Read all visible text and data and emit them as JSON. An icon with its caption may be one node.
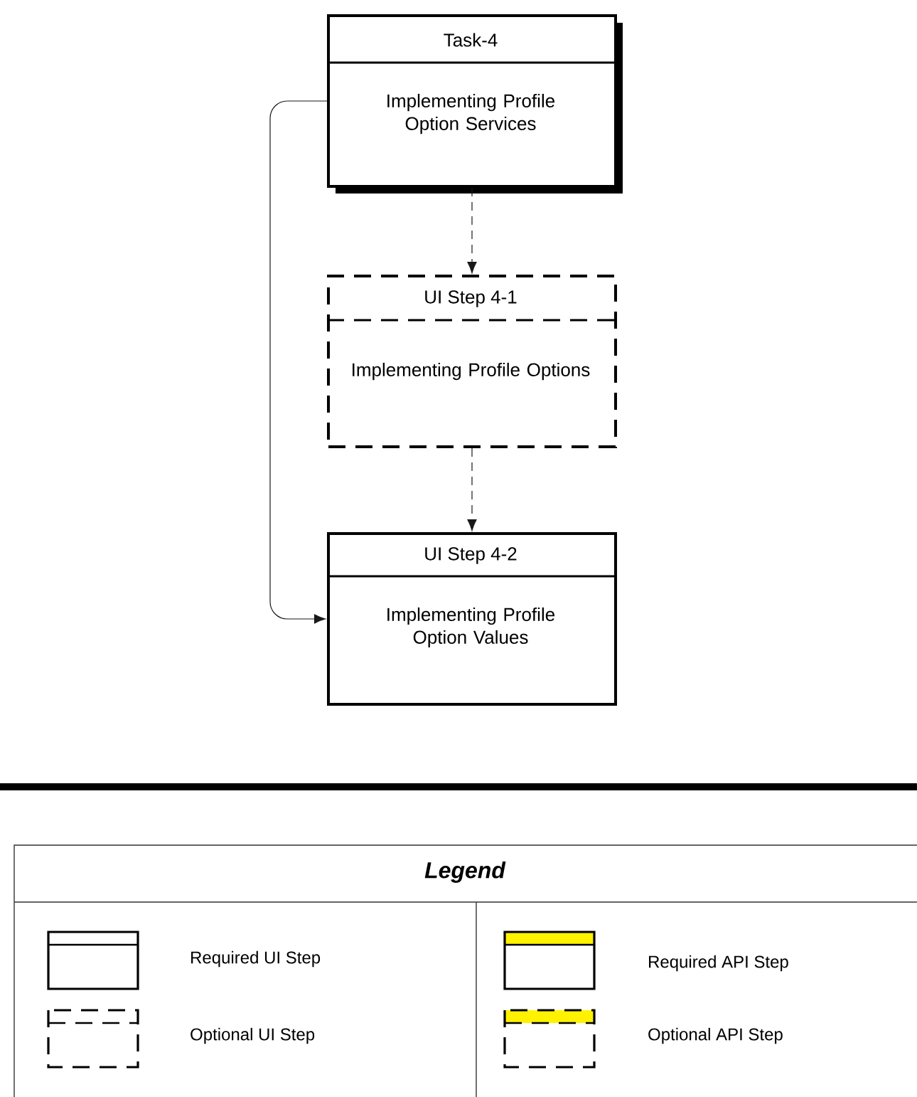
{
  "diagram": {
    "nodes": [
      {
        "text": [
          "Task-4",
          "Implementing Profile Option Services"
        ]
      },
      {
        "text": [
          "UI Step 4-1",
          "Implementing Profile Options"
        ]
      },
      {
        "text": [
          "UI Step 4-2",
          "Implementing Profile Option Values"
        ]
      }
    ],
    "edges": [
      {
        "from": 0,
        "to": 1,
        "arrow": "to",
        "style": "dashed"
      },
      {
        "from": 1,
        "to": 2,
        "arrow": "to",
        "style": "dashed"
      },
      {
        "from": 0,
        "to": 2,
        "arrow": "to"
      }
    ],
    "labels": [
      "Legend"
    ],
    "legend": [
      {
        "text": "Required UI Step"
      },
      {
        "text": "Optional UI Step"
      },
      {
        "text": "Required API Step"
      },
      {
        "text": "Optional API Step"
      }
    ]
  }
}
